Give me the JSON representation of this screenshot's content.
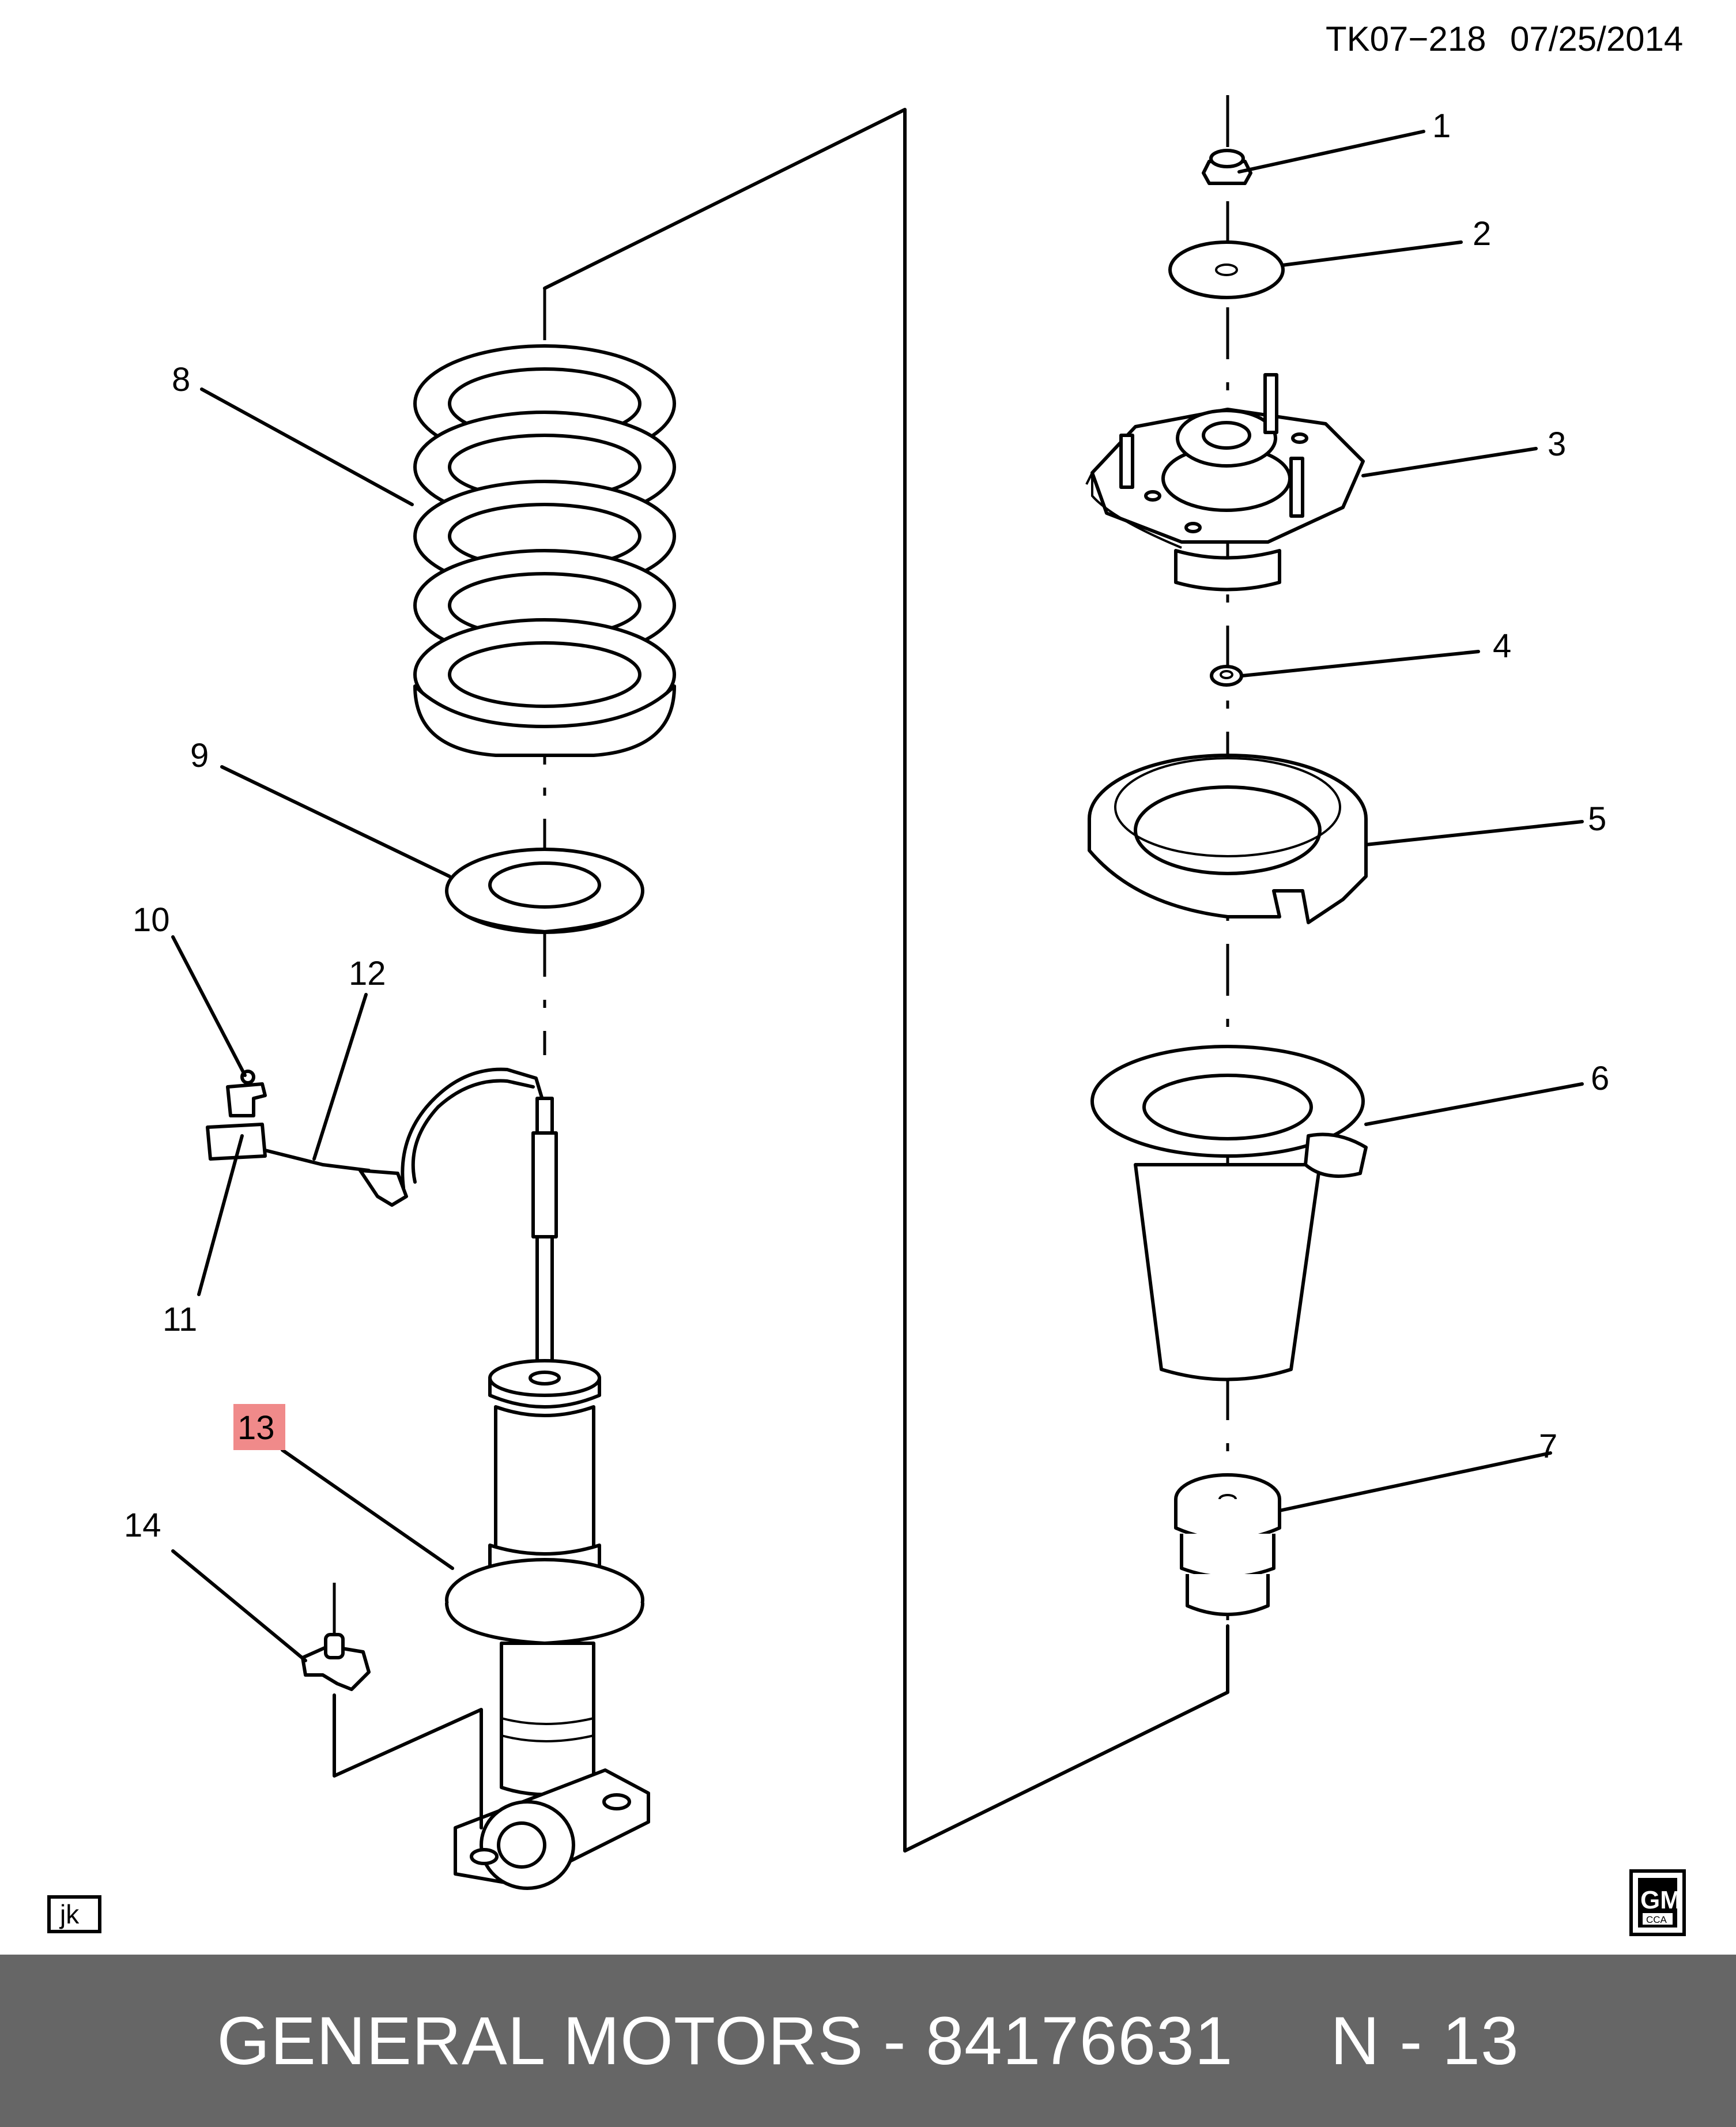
{
  "header": {
    "ref_code": "TK07−218",
    "date": "07/25/2014"
  },
  "callouts": [
    "1",
    "2",
    "3",
    "4",
    "5",
    "6",
    "7",
    "8",
    "9",
    "10",
    "11",
    "12",
    "13",
    "14"
  ],
  "highlighted_callout": "13",
  "highlight_color": "#F08A8A",
  "artist_initials": "jk",
  "logo": {
    "text": "GM",
    "subtext": "CCA"
  },
  "footer": {
    "brand": "GENERAL MOTORS",
    "separator": " - ",
    "part_number": "84176631",
    "gap": "     ",
    "ref": "N - 13"
  },
  "colors": {
    "footer_bg": "#666666",
    "footer_text": "#FFFFFF",
    "line": "#000000"
  }
}
